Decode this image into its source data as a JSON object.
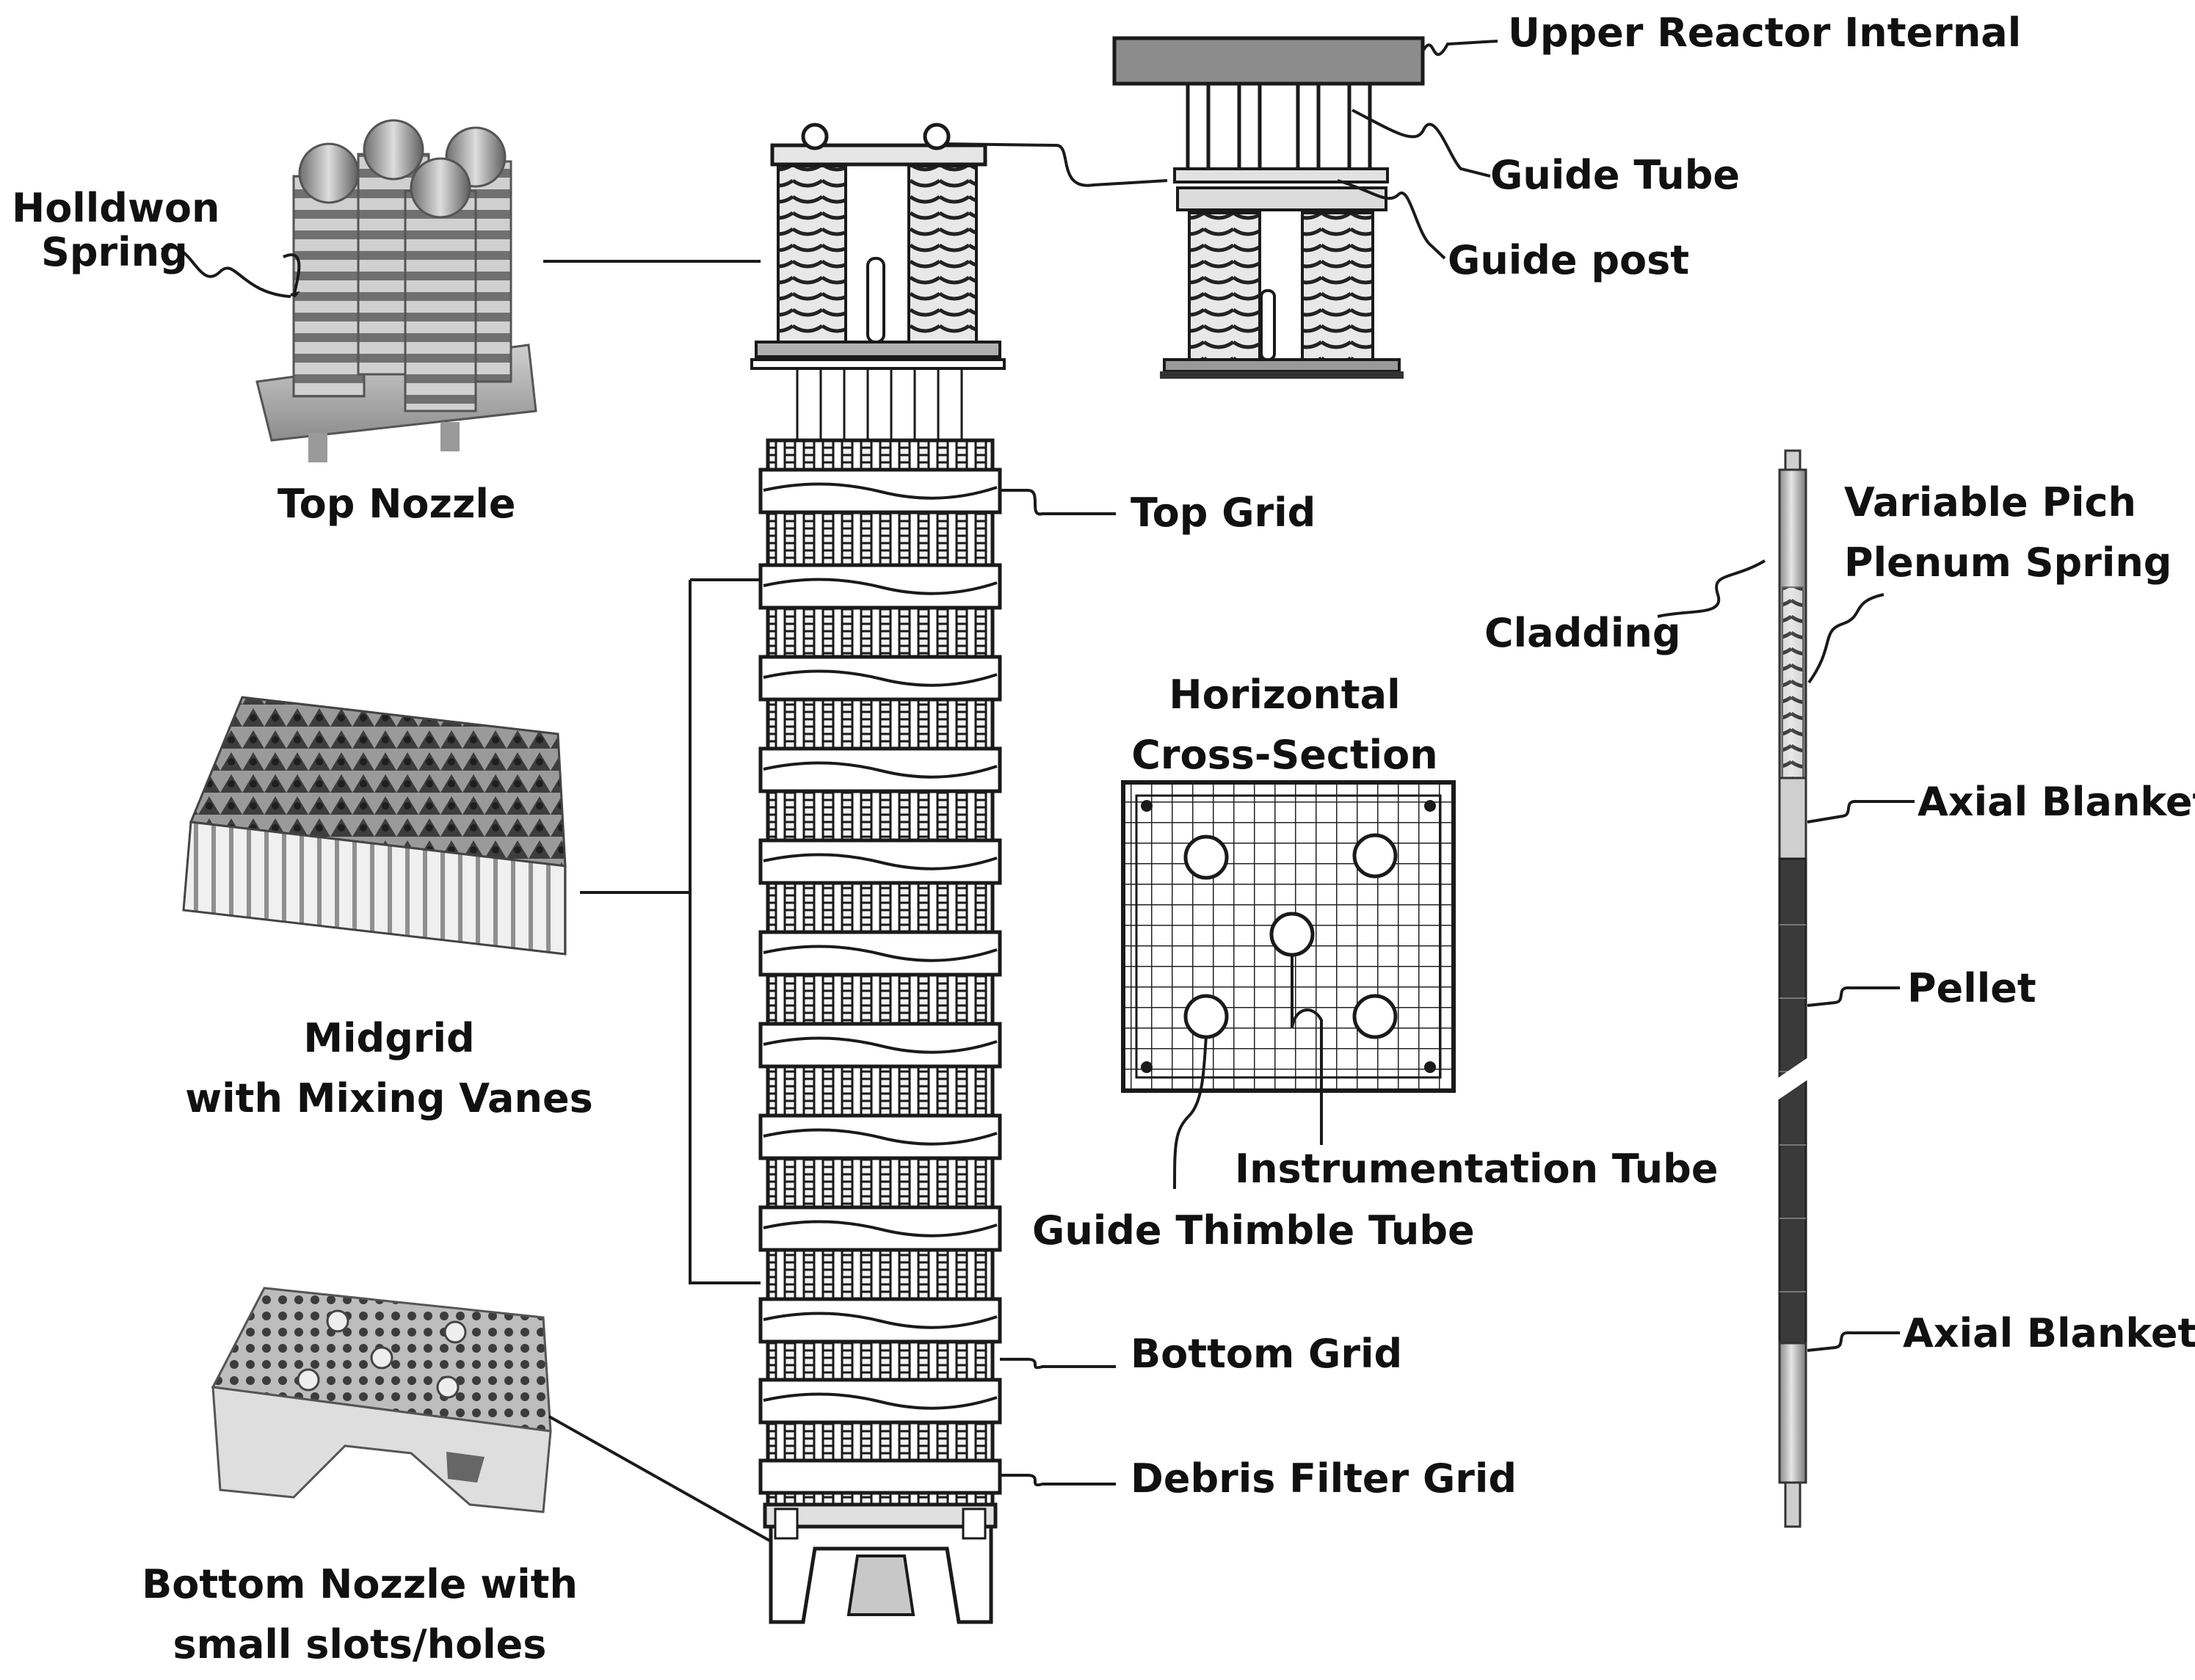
{
  "labels": {
    "upper_reactor_internal": "Upper Reactor Internal",
    "guide_tube": "Guide Tube",
    "guide_post": "Guide post",
    "holddown_spring": [
      "Holldwon",
      "Spring"
    ],
    "top_nozzle": "Top Nozzle",
    "top_grid": "Top Grid",
    "variable_pitch": [
      "Variable Pich",
      "Plenum Spring"
    ],
    "cladding": "Cladding",
    "cross_section": [
      "Horizontal",
      "Cross-Section"
    ],
    "axial_blanket_top": "Axial Blanket",
    "midgrid": [
      "Midgrid",
      "with Mixing Vanes"
    ],
    "pellet": "Pellet",
    "instrumentation_tube": "Instrumentation Tube",
    "guide_thimble_tube": "Guide Thimble Tube",
    "axial_blanket_bottom": "Axial Blanket",
    "bottom_grid": "Bottom Grid",
    "debris_filter_grid": "Debris Filter Grid",
    "bottom_nozzle": [
      "Bottom Nozzle with",
      "small slots/holes"
    ]
  },
  "colors": {
    "line": "#1a1a1a",
    "metal_light": "#d9d9d9",
    "metal_mid": "#a6a6a6",
    "metal_dark": "#555555",
    "pellet": "#3a3a3a",
    "reactor_plate": "#8c8c8c"
  }
}
